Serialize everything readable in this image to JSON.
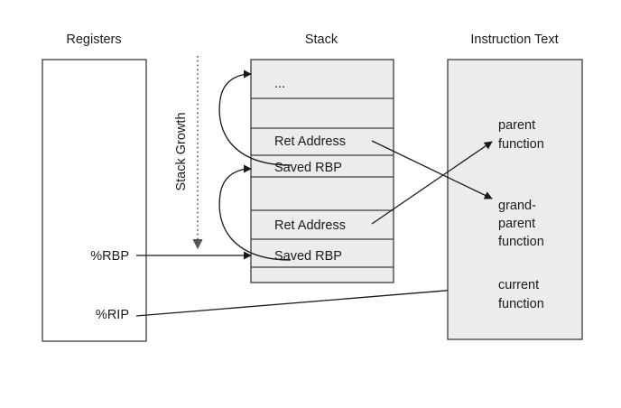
{
  "diagram": {
    "title_registers": "Registers",
    "title_stack": "Stack",
    "title_instruction": "Instruction Text",
    "stack_growth_label": "Stack Growth",
    "registers": {
      "rbp": "%RBP",
      "rip": "%RIP"
    },
    "stack_cells": [
      {
        "label": "..."
      },
      {
        "label": ""
      },
      {
        "label": "Ret Address"
      },
      {
        "label": "Saved RBP"
      },
      {
        "label": ""
      },
      {
        "label": "Ret Address"
      },
      {
        "label": "Saved RBP"
      },
      {
        "label": ""
      }
    ],
    "instruction_text": {
      "parent_line1": "parent",
      "parent_line2": "function",
      "grandparent_line1": "grand-",
      "grandparent_line2": "parent",
      "grandparent_line3": "function",
      "current_line1": "current",
      "current_line2": "function"
    },
    "colors": {
      "background": "#ffffff",
      "panel_fill": "#ececec",
      "panel_plain_fill": "#ffffff",
      "stroke": "#3c3c3c",
      "text": "#1a1a1a",
      "dotted": "#555555"
    }
  }
}
